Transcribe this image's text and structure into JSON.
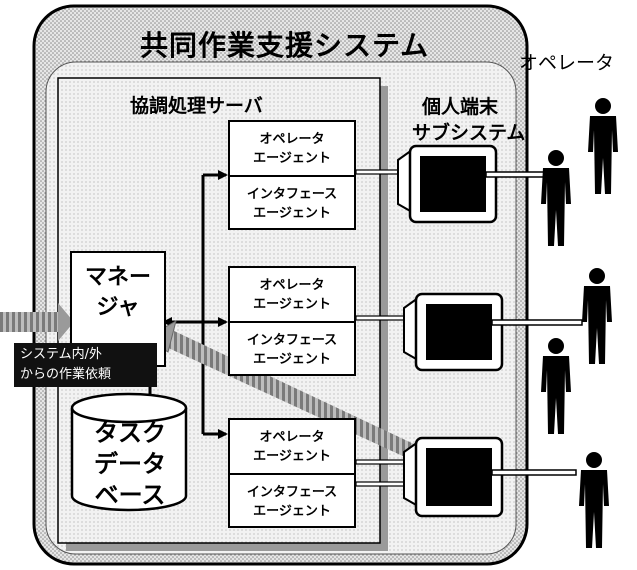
{
  "system": {
    "title": "共同作業支援システム"
  },
  "server": {
    "label": "協調処理サーバ"
  },
  "manager": {
    "line1": "マネー",
    "line2": "ジャ"
  },
  "request": {
    "line1": "システム内/外",
    "line2": "からの作業依頼"
  },
  "database": {
    "line1": "タスク",
    "line2": "データ",
    "line3": "ベース"
  },
  "agent_pairs": [
    {
      "operator_line1": "オペレータ",
      "operator_line2": "エージェント",
      "interface_line1": "インタフェース",
      "interface_line2": "エージェント"
    },
    {
      "operator_line1": "オペレータ",
      "operator_line2": "エージェント",
      "interface_line1": "インタフェース",
      "interface_line2": "エージェント"
    },
    {
      "operator_line1": "オペレータ",
      "operator_line2": "エージェント",
      "interface_line1": "インタフェース",
      "interface_line2": "エージェント"
    }
  ],
  "terminal": {
    "line1": "個人端末",
    "line2": "サブシステム"
  },
  "operator": {
    "label": "オペレータ"
  }
}
